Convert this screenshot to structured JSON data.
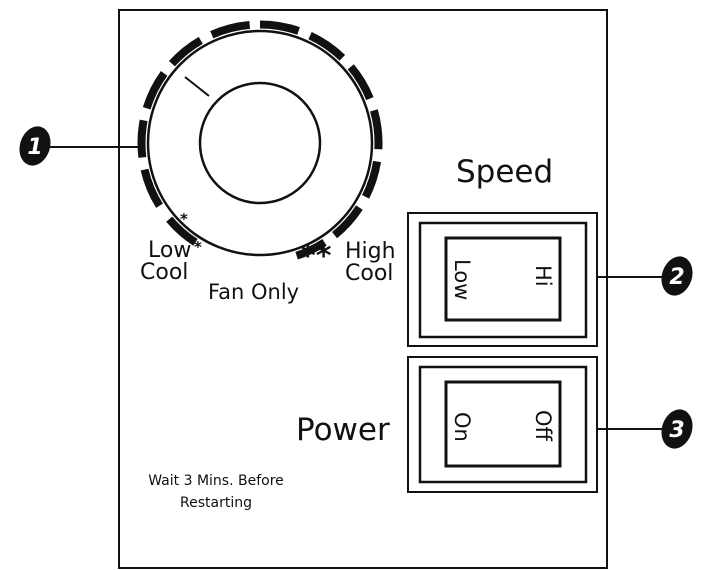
{
  "callouts": [
    {
      "number": "1",
      "target": "dial"
    },
    {
      "number": "2",
      "target": "speed-switch"
    },
    {
      "number": "3",
      "target": "power-switch"
    }
  ],
  "dial": {
    "label_low_cool": [
      "Low",
      "Cool"
    ],
    "label_fan_only": "Fan Only",
    "label_high_cool": [
      "High",
      "Cool"
    ]
  },
  "speed": {
    "title": "Speed",
    "low_label": "Low",
    "hi_label": "Hi"
  },
  "power": {
    "title": "Power",
    "on_label": "On",
    "off_label": "Off"
  },
  "notice": {
    "line1": "Wait 3 Mins. Before",
    "line2": "Restarting"
  },
  "colors": {
    "ink": "#111111",
    "background": "#ffffff"
  }
}
